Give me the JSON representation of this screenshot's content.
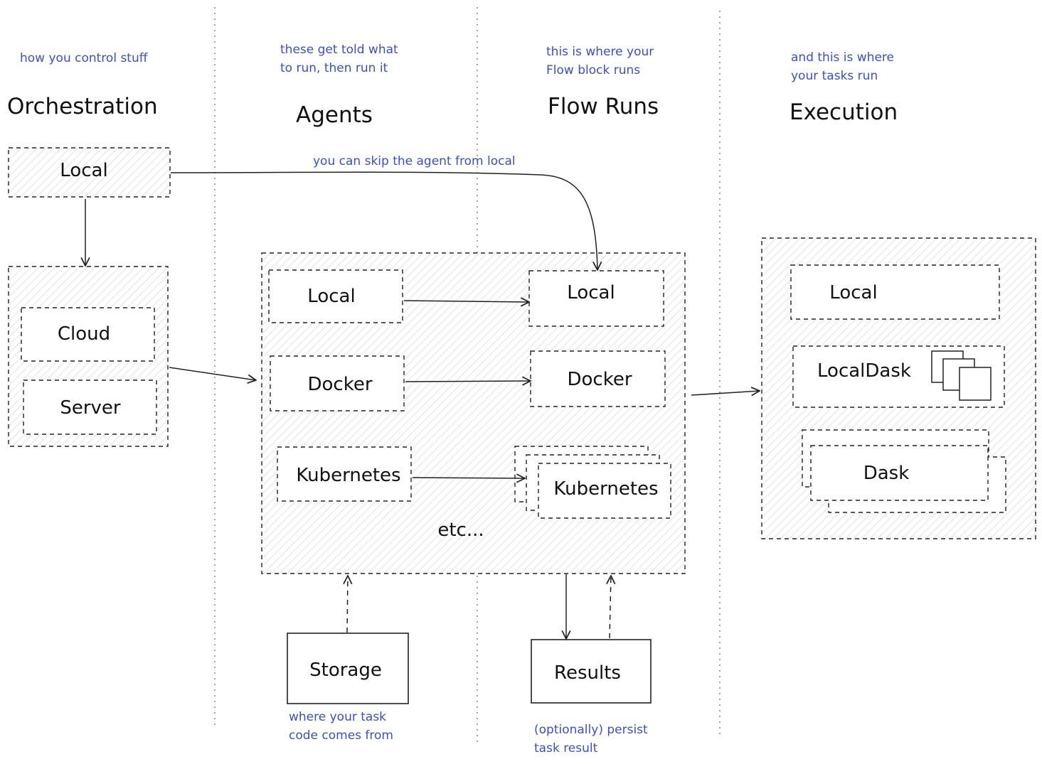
{
  "columns": {
    "orchestration": {
      "note": "how you control stuff",
      "title": "Orchestration",
      "boxes": [
        "Local",
        "Cloud",
        "Server"
      ]
    },
    "agents": {
      "note_lines": [
        "these get told what",
        "to run, then run it"
      ],
      "title": "Agents",
      "boxes": [
        "Local",
        "Docker",
        "Kubernetes"
      ]
    },
    "flow_runs": {
      "note_lines": [
        "this is where your",
        "Flow block runs"
      ],
      "title": "Flow Runs",
      "boxes": [
        "Local",
        "Docker",
        "Kubernetes"
      ],
      "etc": "etc..."
    },
    "execution": {
      "note_lines": [
        "and this is where",
        "your tasks run"
      ],
      "title": "Execution",
      "boxes": [
        "Local",
        "LocalDask",
        "Dask"
      ]
    }
  },
  "skip_note": "you can skip the agent from local",
  "storage": {
    "label": "Storage",
    "note_lines": [
      "where your task",
      "code comes from"
    ]
  },
  "results": {
    "label": "Results",
    "note_lines": [
      "(optionally) persist",
      "task result"
    ]
  }
}
